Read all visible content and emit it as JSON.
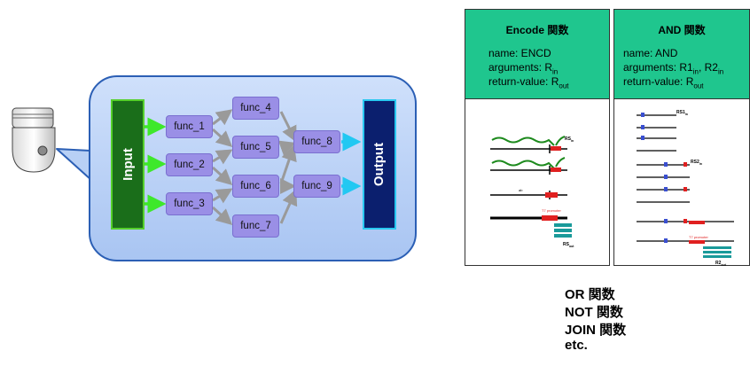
{
  "diagram": {
    "input_label": "Input",
    "output_label": "Output",
    "functions": [
      "func_1",
      "func_2",
      "func_3",
      "func_4",
      "func_5",
      "func_6",
      "func_7",
      "func_8",
      "func_9"
    ]
  },
  "panels": [
    {
      "title": "Encode 関数",
      "name_line": "name: ENCD",
      "args_prefix": "arguments: R",
      "args_sub": "in",
      "return_prefix": "return-value: R",
      "return_sub": "out",
      "labels": {
        "rs1": "RS",
        "rs1_sub": "in",
        "rs2": "RS",
        "rs2_sub": "out",
        "t7": "T7 promoter",
        "ab": "ab"
      }
    },
    {
      "title": "AND 関数",
      "name_line": "name: AND",
      "args_prefix": "arguments: R1",
      "args_sub1": "in",
      "args_mid": ", R2",
      "args_sub2": "in",
      "return_prefix": "return-value: R",
      "return_sub": "out",
      "labels": {
        "rs1": "RS1",
        "rs1_sub": "in",
        "rs2": "RS2",
        "rs2_sub": "in",
        "r2": "R2",
        "r2_sub": "out",
        "t7": "T7 promoter"
      }
    }
  ],
  "other_functions": [
    "OR 関数",
    "NOT 関数",
    "JOIN 関数",
    "etc."
  ],
  "colors": {
    "input_fill": "#1a6e1a",
    "input_border": "#55d02b",
    "output_fill": "#0b1f6e",
    "output_border": "#29c8f0",
    "func_fill": "#9a8fe6",
    "panel_header": "#1fc68e",
    "green_arrow": "#3ee82b",
    "cyan_arrow": "#22c8f2",
    "gray_arrow": "#9a9a9a"
  }
}
